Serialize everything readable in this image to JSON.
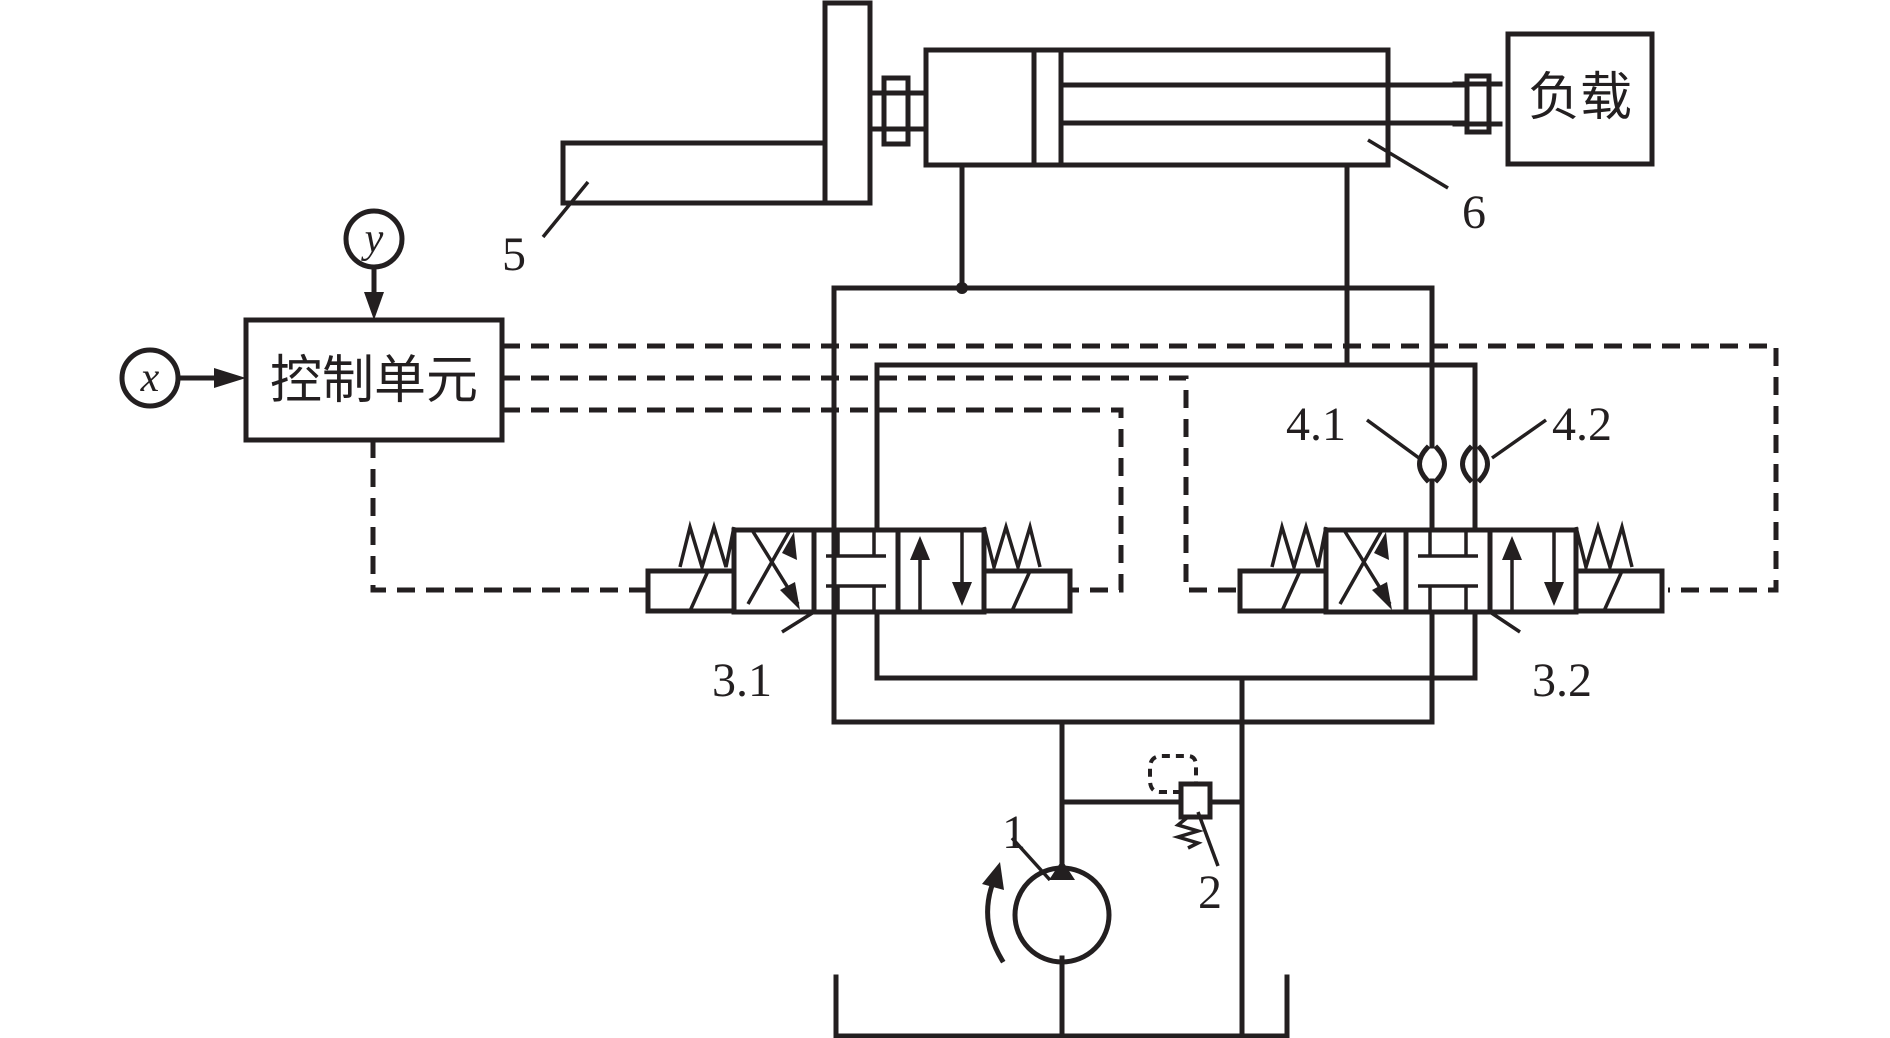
{
  "labels": {
    "control_unit": "控制单元",
    "load": "负载",
    "input_x": "x",
    "input_y": "y",
    "pump": "1",
    "relief_valve": "2",
    "valve_left": "3.1",
    "valve_right": "3.2",
    "orifice_left": "4.1",
    "orifice_right": "4.2",
    "lever": "5",
    "cylinder": "6"
  }
}
